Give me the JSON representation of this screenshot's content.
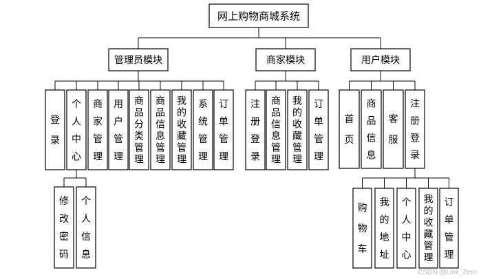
{
  "diagram": {
    "root": "网上购物商城系统",
    "modules": [
      {
        "label": "管理员模块",
        "children": [
          {
            "label": "登录"
          },
          {
            "label": "个人中心",
            "children": [
              {
                "label": "修改密码"
              },
              {
                "label": "个人信息"
              }
            ]
          },
          {
            "label": "商家管理"
          },
          {
            "label": "用户管理"
          },
          {
            "label": "商品分类管理"
          },
          {
            "label": "商品信息管理"
          },
          {
            "label": "我的收藏管理"
          },
          {
            "label": "系统管理"
          },
          {
            "label": "订单管理"
          }
        ]
      },
      {
        "label": "商家模块",
        "children": [
          {
            "label": "注册登录"
          },
          {
            "label": "商品信息管理"
          },
          {
            "label": "我的收藏管理"
          },
          {
            "label": "订单管理"
          }
        ]
      },
      {
        "label": "用户模块",
        "children": [
          {
            "label": "首页"
          },
          {
            "label": "商品信息"
          },
          {
            "label": "客服"
          },
          {
            "label": "注册登录",
            "children": [
              {
                "label": "购物车"
              },
              {
                "label": "我的地址"
              },
              {
                "label": "个人中心"
              },
              {
                "label": "我的收藏管理"
              },
              {
                "label": "订单管理"
              }
            ]
          }
        ]
      }
    ]
  },
  "watermark": "CSDN @Link_Zero"
}
